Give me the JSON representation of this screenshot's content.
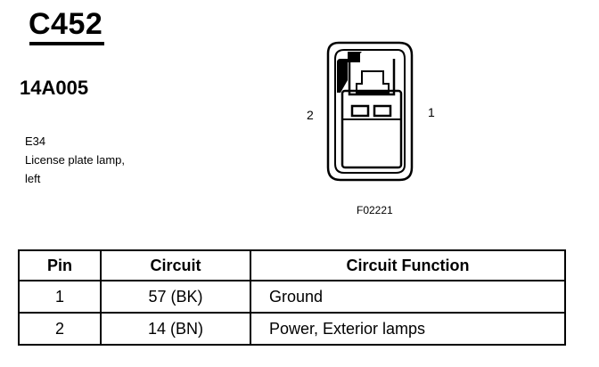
{
  "connector": {
    "id": "C452",
    "part_number": "14A005",
    "component_code": "E34",
    "description_line1": "License plate lamp,",
    "description_line2": "left"
  },
  "drawing": {
    "pin_left_label": "2",
    "pin_right_label": "1",
    "figure_code": "F02221"
  },
  "pin_table": {
    "headers": [
      "Pin",
      "Circuit",
      "Circuit Function"
    ],
    "rows": [
      {
        "pin": "1",
        "circuit": "57 (BK)",
        "function": "Ground"
      },
      {
        "pin": "2",
        "circuit": "14 (BN)",
        "function": "Power, Exterior lamps"
      }
    ]
  }
}
